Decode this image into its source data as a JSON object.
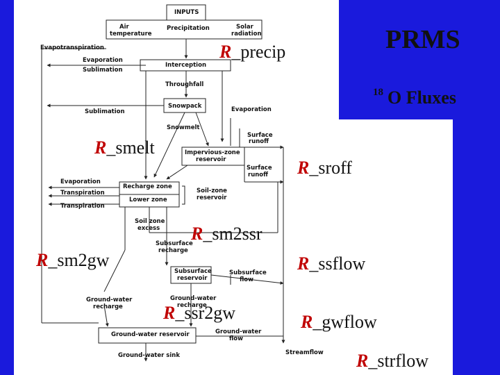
{
  "title": {
    "main": "PRMS",
    "isotope_mass": "18",
    "isotope_text": "O Fluxes"
  },
  "nodes": {
    "inputs": "INPUTS",
    "air_temp_1": "Air",
    "air_temp_2": "temperature",
    "precipitation": "Precipitation",
    "solar_1": "Solar",
    "solar_2": "radiation",
    "evapotranspiration": "Evapotranspiration",
    "evaporation_1": "Evaporation",
    "sublimation_1": "Sublimation",
    "interception": "Interception",
    "throughfall": "Throughfall",
    "snowpack": "Snowpack",
    "sublimation_2": "Sublimation",
    "evaporation_2": "Evaporation",
    "snowmelt": "Snowmelt",
    "surface_runoff_1a": "Surface",
    "surface_runoff_1b": "runoff",
    "impervious_1": "Impervious-zone",
    "impervious_2": "reservoir",
    "surface_runoff_2a": "Surface",
    "surface_runoff_2b": "runoff",
    "evaporation_3": "Evaporation",
    "transpiration_1": "Transpiration",
    "recharge_zone": "Recharge zone",
    "lower_zone": "Lower zone",
    "soil_zone_1": "Soil-zone",
    "soil_zone_2": "reservoir",
    "transpiration_2": "Transpiration",
    "soil_excess_1": "Soil zone",
    "soil_excess_2": "excess",
    "sub_recharge_1": "Subsurface",
    "sub_recharge_2": "recharge",
    "sub_res_1": "Subsurface",
    "sub_res_2": "reservoir",
    "sub_flow_1": "Subsurface",
    "sub_flow_2": "flow",
    "gw_recharge_1a": "Ground-water",
    "gw_recharge_1b": "recharge",
    "gw_recharge_2a": "Ground-water",
    "gw_recharge_2b": "recharge",
    "gw_reservoir": "Ground-water reservoir",
    "gw_flow_1": "Ground-water",
    "gw_flow_2": "flow",
    "gw_sink": "Ground-water sink",
    "streamflow": "Streamflow"
  },
  "ratios": {
    "prefix": "R",
    "precip": "_precip",
    "smelt": "_smelt",
    "sroff": "_sroff",
    "sm2ssr": "_sm2ssr",
    "sm2gw": "_sm2gw",
    "ssflow": "_ssflow",
    "ssr2gw": "_ssr2gw",
    "gwflow": "_gwflow",
    "strflow": "_strflow"
  },
  "colors": {
    "background": "#1a1adc",
    "panel": "#ffffff",
    "ratio_prefix": "#c00000",
    "lines": "#222222"
  }
}
